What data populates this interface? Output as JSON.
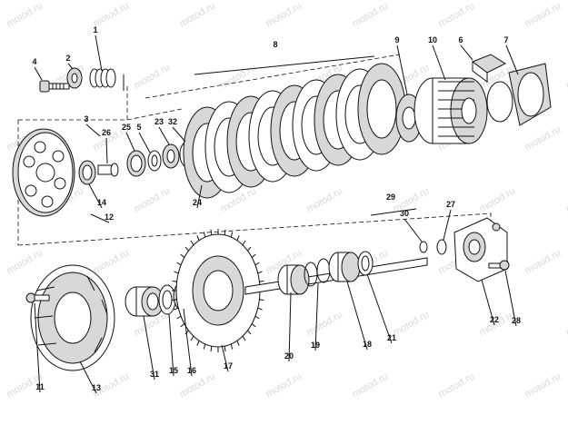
{
  "watermark": "motod.ru",
  "callouts": [
    "1",
    "2",
    "3",
    "4",
    "5",
    "6",
    "7",
    "8",
    "9",
    "10",
    "11",
    "12",
    "13",
    "14",
    "15",
    "16",
    "17",
    "18",
    "19",
    "20",
    "21",
    "22",
    "23",
    "24",
    "25",
    "26",
    "27",
    "28",
    "29",
    "30",
    "31",
    "32"
  ]
}
